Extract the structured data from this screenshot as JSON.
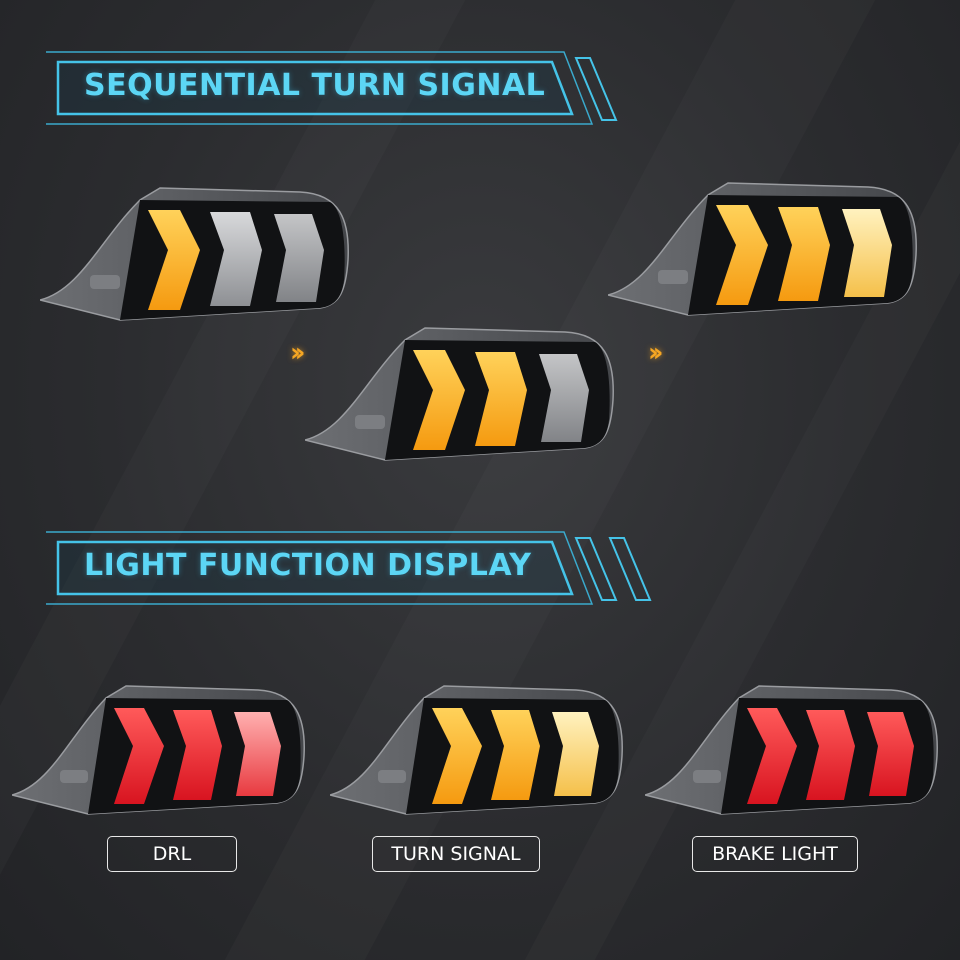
{
  "sections": {
    "sequential": {
      "title": "SEQUENTIAL TURN SIGNAL"
    },
    "functions": {
      "title": "LIGHT FUNCTION DISPLAY"
    }
  },
  "labels": {
    "drl": "DRL",
    "turn": "TURN SIGNAL",
    "brake": "BRAKE LIGHT"
  },
  "icons": {
    "sequence_arrow": "double-chevron-right-icon"
  },
  "colors": {
    "accent_cyan": "#5cd6f5",
    "amber": "#f5a623",
    "red": "#e8202a",
    "background": "#2b2c2f"
  }
}
